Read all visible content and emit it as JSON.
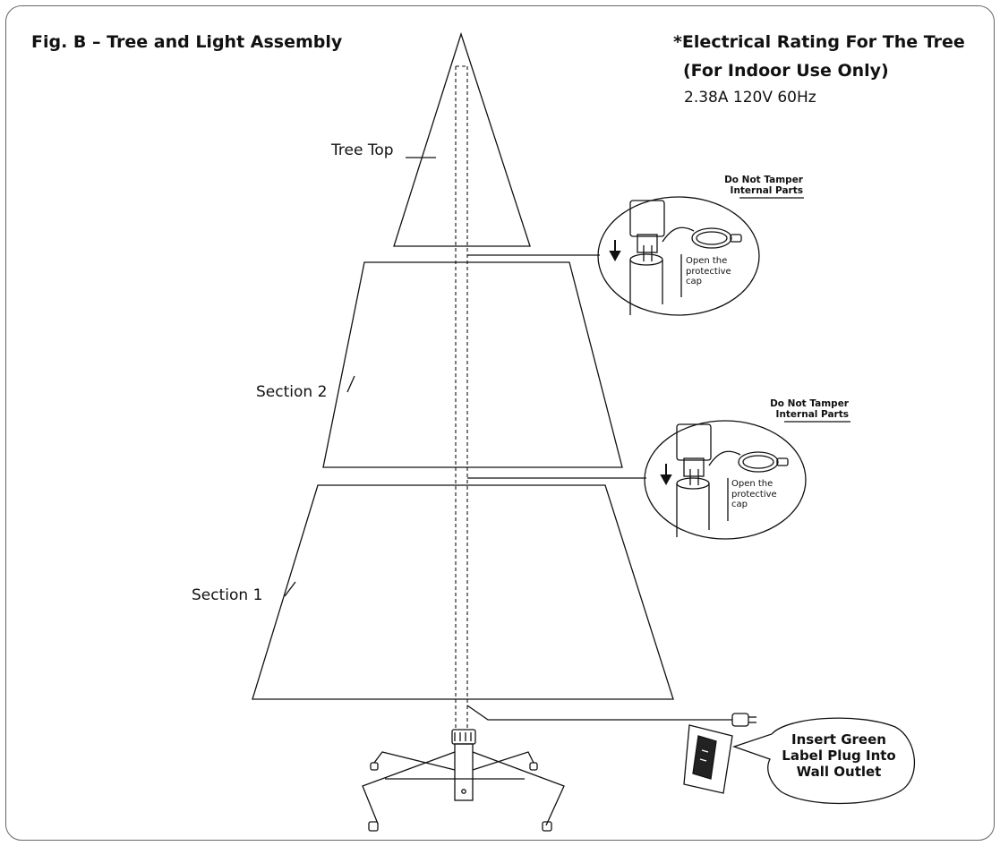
{
  "figure": {
    "title": "Fig. B – Tree and Light Assembly"
  },
  "rating": {
    "line1": "*Electrical Rating For The Tree",
    "line2": "(For Indoor Use Only)",
    "line3": "2.38A 120V 60Hz"
  },
  "sections": {
    "tree_top": "Tree Top",
    "section2": "Section 2",
    "section1": "Section 1"
  },
  "detail_top": {
    "warning_line1": "Do Not Tamper",
    "warning_line2": "Internal Parts",
    "cap_line1": "Open the",
    "cap_line2": "protective",
    "cap_line3": "cap"
  },
  "detail_bottom": {
    "warning_line1": "Do Not Tamper",
    "warning_line2": "Internal Parts",
    "cap_line1": "Open the",
    "cap_line2": "protective",
    "cap_line3": "cap"
  },
  "plug_callout": {
    "line1": "Insert Green",
    "line2": "Label Plug Into",
    "line3": "Wall Outlet"
  },
  "colors": {
    "line": "#111111",
    "frame": "#666666"
  },
  "icons": [
    "arrow-down-icon",
    "plug-icon",
    "wall-outlet-icon",
    "connector-icon"
  ]
}
